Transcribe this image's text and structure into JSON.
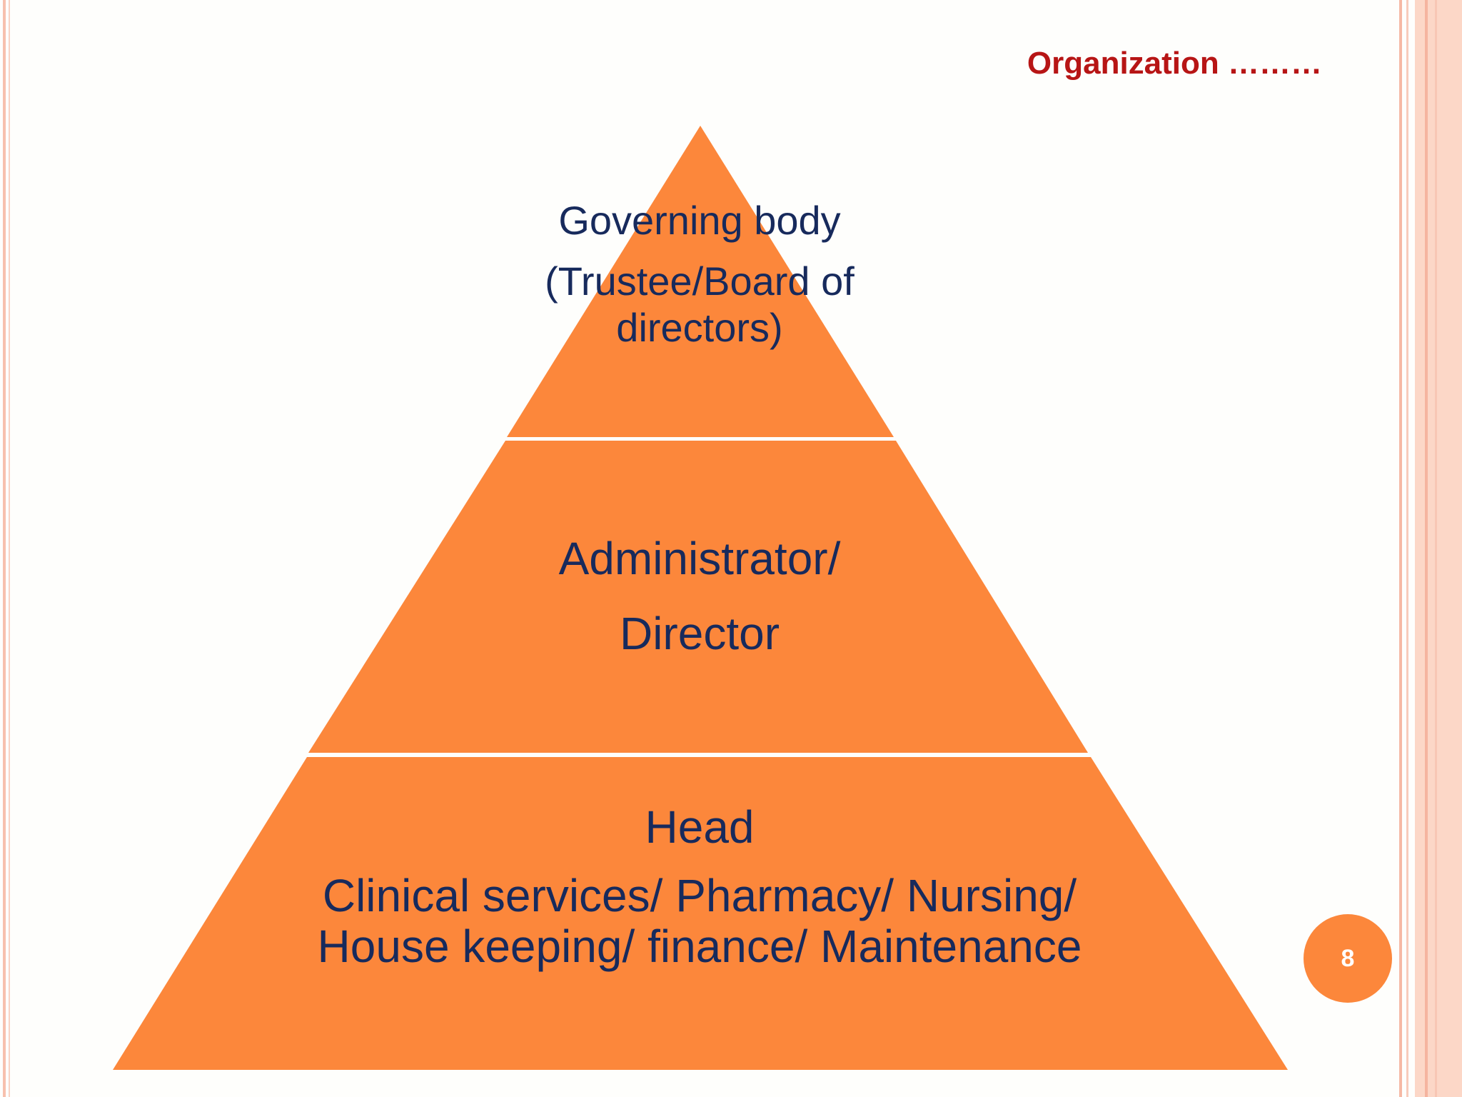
{
  "slide": {
    "title": "Organization ………",
    "page_number": "8"
  },
  "pyramid": {
    "fill_color": "#fc873b",
    "text_color": "#172a5c",
    "tiers": [
      {
        "heading": "Governing body",
        "detail": "(Trustee/Board of directors)"
      },
      {
        "heading": "Administrator/",
        "detail": "Director"
      },
      {
        "heading": "Head",
        "detail": "Clinical services/ Pharmacy/ Nursing/ House keeping/ finance/ Maintenance"
      }
    ]
  },
  "colors": {
    "title": "#b71515",
    "background": "#fefefc",
    "border_accent": "#f7c0ae",
    "badge": "#fc873b"
  }
}
